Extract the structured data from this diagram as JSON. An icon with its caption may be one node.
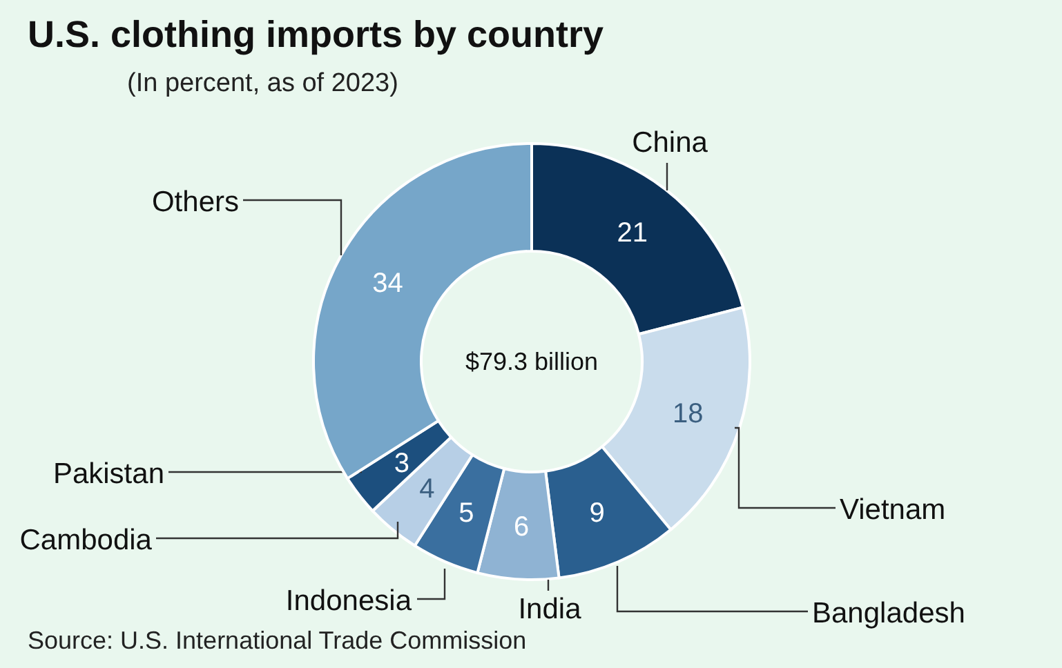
{
  "diagram": {
    "title": "U.S. clothing imports by country",
    "labels": [
      "(In percent, as of 2023)",
      "$79.3 billion",
      "Source: U.S. International Trade Commission"
    ],
    "chart_data": {
      "type": "donut",
      "data_labels": true,
      "categories": [
        "China",
        "Vietnam",
        "Bangladesh",
        "India",
        "Indonesia",
        "Cambodia",
        "Pakistan",
        "Others"
      ],
      "series": [
        {
          "values": [
            21,
            18,
            9,
            6,
            5,
            4,
            3,
            34
          ],
          "colors": [
            "#0b3157",
            "#c9dcec",
            "#2a5f8f",
            "#8fb3d3",
            "#3a6f9f",
            "#b7cfe6",
            "#1c4f7e",
            "#76a6c9"
          ]
        }
      ]
    }
  }
}
